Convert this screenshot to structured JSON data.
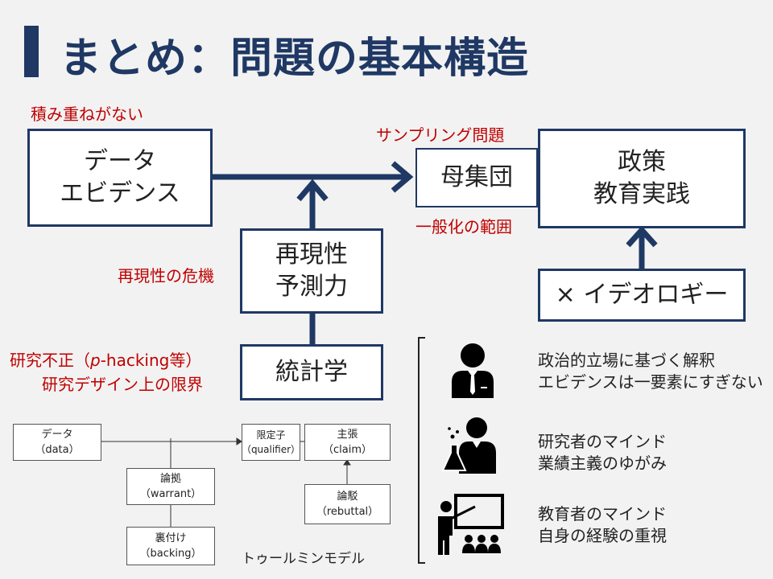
{
  "title": "まとめ：問題の基本構造",
  "main_diagram": {
    "data_box": {
      "line1": "データ",
      "line2": "エビデンス"
    },
    "data_note": "積み重ねがない",
    "population_box": "母集団",
    "sampling_note": "サンプリング問題",
    "generalization_note": "一般化の範囲",
    "policy_box": {
      "line1": "政策",
      "line2": "教育実践"
    },
    "ideology_box": "× イデオロギー",
    "reproducibility_box": {
      "line1": "再現性",
      "line2": "予測力"
    },
    "reproducibility_note": "再現性の危機",
    "statistics_box": "統計学",
    "statistics_note": {
      "line1_prefix": "研究不正（",
      "line1_italic": "p",
      "line1_suffix": "-hacking等）",
      "line2": "研究デザイン上の限界"
    }
  },
  "toulmin": {
    "caption": "トゥールミンモデル",
    "data": {
      "label": "データ",
      "sub": "（data）"
    },
    "warrant": {
      "label": "論拠",
      "sub": "（warrant）"
    },
    "backing": {
      "label": "裏付け",
      "sub": "（backing）"
    },
    "qualifier": {
      "label": "限定子",
      "sub": "（qualifier）"
    },
    "claim": {
      "label": "主張",
      "sub": "（claim）"
    },
    "rebuttal": {
      "label": "論駁",
      "sub": "（rebuttal）"
    }
  },
  "personas": [
    {
      "icon": "businessman-icon",
      "line1": "政治的立場に基づく解釈",
      "line2": "エビデンスは一要素にすぎない"
    },
    {
      "icon": "scientist-icon",
      "line1": "研究者のマインド",
      "line2": "業績主義のゆがみ"
    },
    {
      "icon": "teacher-icon",
      "line1": "教育者のマインド",
      "line2": "自身の経験の重視"
    }
  ],
  "colors": {
    "navy": "#1f3864",
    "red": "#c00000",
    "background": "#f2f2f2"
  }
}
